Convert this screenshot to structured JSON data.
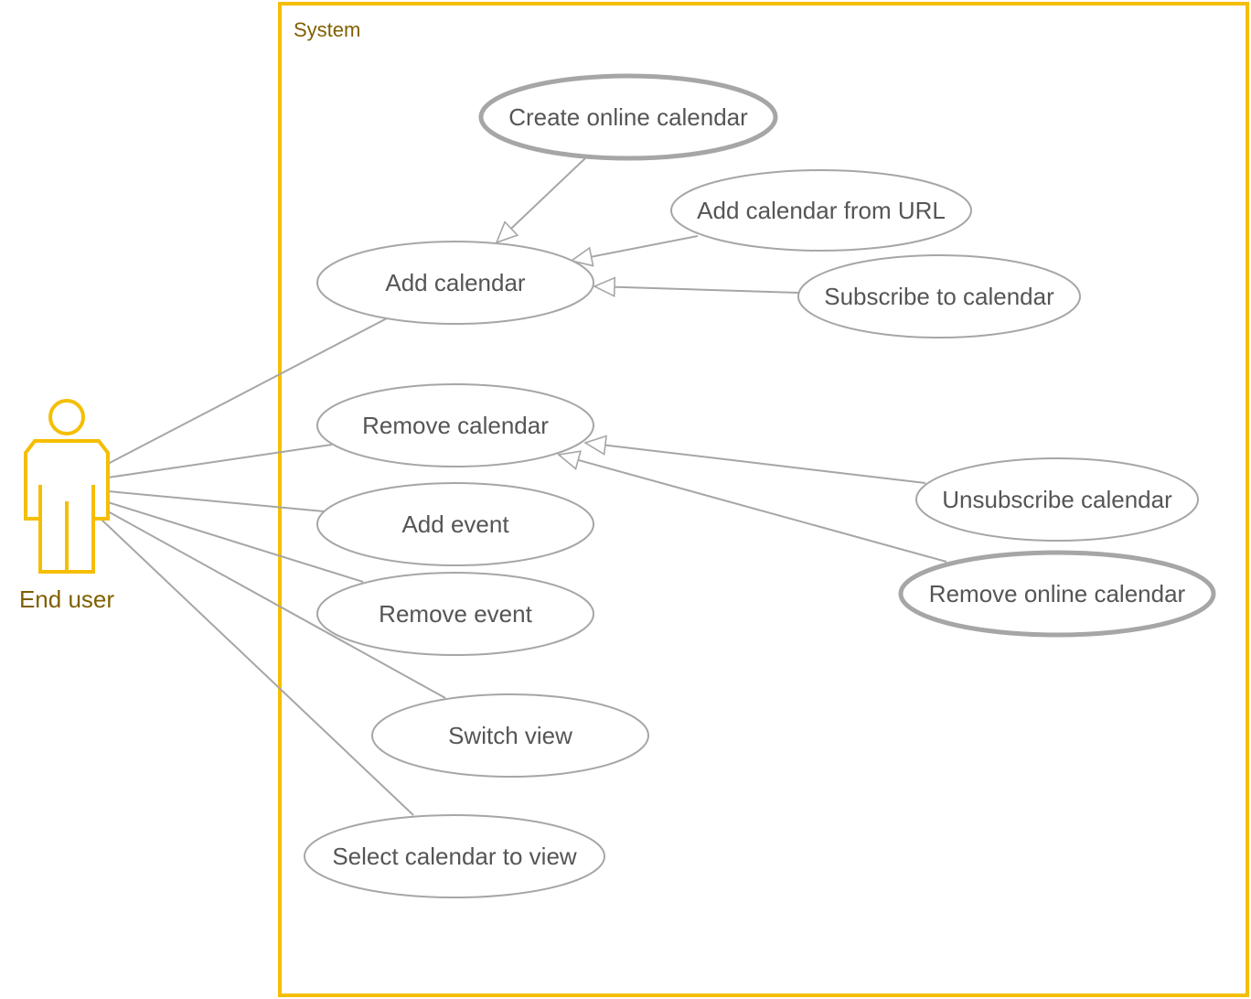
{
  "system": {
    "label": "System"
  },
  "actor": {
    "label": "End user"
  },
  "use_cases": {
    "create_online_calendar": "Create online calendar",
    "add_calendar_from_url": "Add calendar from URL",
    "add_calendar": "Add calendar",
    "subscribe_to_calendar": "Subscribe to calendar",
    "remove_calendar": "Remove calendar",
    "unsubscribe_calendar": "Unsubscribe calendar",
    "add_event": "Add event",
    "remove_online_calendar": "Remove online calendar",
    "remove_event": "Remove event",
    "switch_view": "Switch view",
    "select_calendar_to_view": "Select calendar to view"
  },
  "colors": {
    "accent": "#F5BE00",
    "accent_text": "#806000",
    "line": "#A6A6A6",
    "text": "#555555"
  }
}
